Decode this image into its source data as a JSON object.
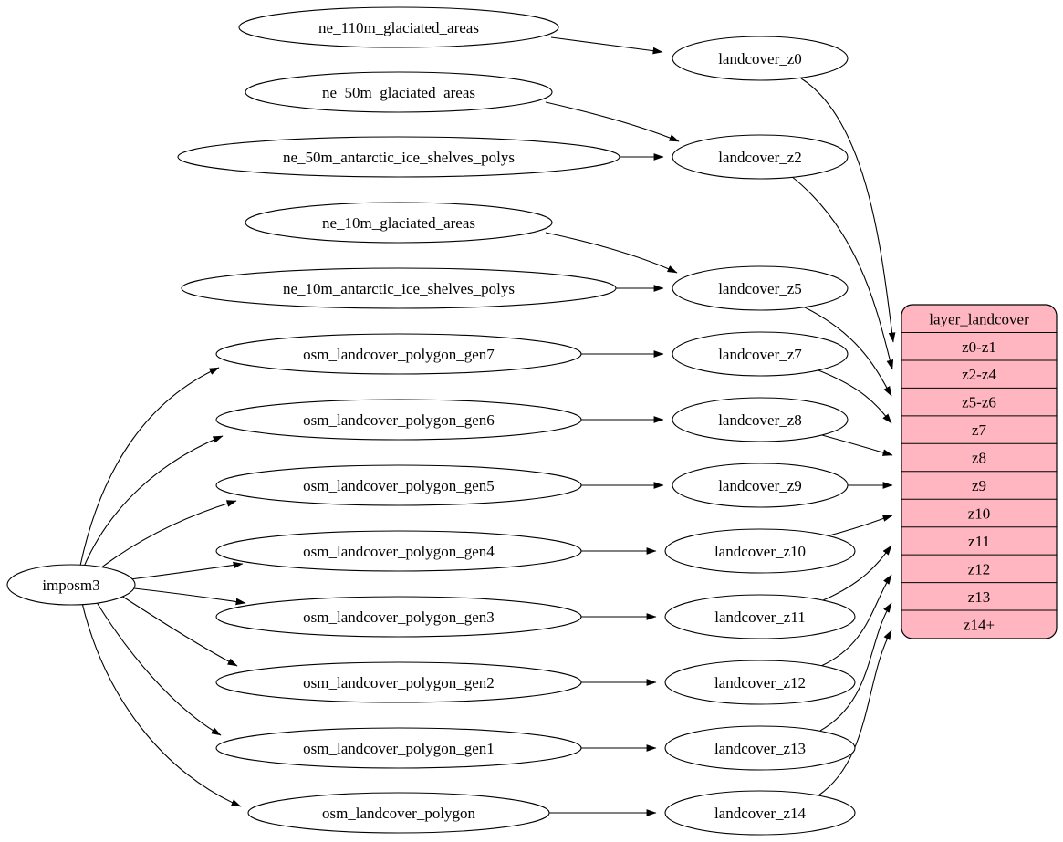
{
  "graph": {
    "root": {
      "label": "imposm3"
    },
    "sources": [
      {
        "label": "ne_110m_glaciated_areas"
      },
      {
        "label": "ne_50m_glaciated_areas"
      },
      {
        "label": "ne_50m_antarctic_ice_shelves_polys"
      },
      {
        "label": "ne_10m_glaciated_areas"
      },
      {
        "label": "ne_10m_antarctic_ice_shelves_polys"
      },
      {
        "label": "osm_landcover_polygon_gen7"
      },
      {
        "label": "osm_landcover_polygon_gen6"
      },
      {
        "label": "osm_landcover_polygon_gen5"
      },
      {
        "label": "osm_landcover_polygon_gen4"
      },
      {
        "label": "osm_landcover_polygon_gen3"
      },
      {
        "label": "osm_landcover_polygon_gen2"
      },
      {
        "label": "osm_landcover_polygon_gen1"
      },
      {
        "label": "osm_landcover_polygon"
      }
    ],
    "layers": [
      {
        "label": "landcover_z0"
      },
      {
        "label": "landcover_z2"
      },
      {
        "label": "landcover_z5"
      },
      {
        "label": "landcover_z7"
      },
      {
        "label": "landcover_z8"
      },
      {
        "label": "landcover_z9"
      },
      {
        "label": "landcover_z10"
      },
      {
        "label": "landcover_z11"
      },
      {
        "label": "landcover_z12"
      },
      {
        "label": "landcover_z13"
      },
      {
        "label": "landcover_z14"
      }
    ],
    "table": {
      "title": "layer_landcover",
      "fill": "#ffb6c1",
      "rows": [
        {
          "label": "z0-z1"
        },
        {
          "label": "z2-z4"
        },
        {
          "label": "z5-z6"
        },
        {
          "label": "z7"
        },
        {
          "label": "z8"
        },
        {
          "label": "z9"
        },
        {
          "label": "z10"
        },
        {
          "label": "z11"
        },
        {
          "label": "z12"
        },
        {
          "label": "z13"
        },
        {
          "label": "z14+"
        }
      ]
    },
    "colors": {
      "node_fill": "#ffffff",
      "stroke": "#000000",
      "table_fill": "#ffb6c1"
    }
  }
}
